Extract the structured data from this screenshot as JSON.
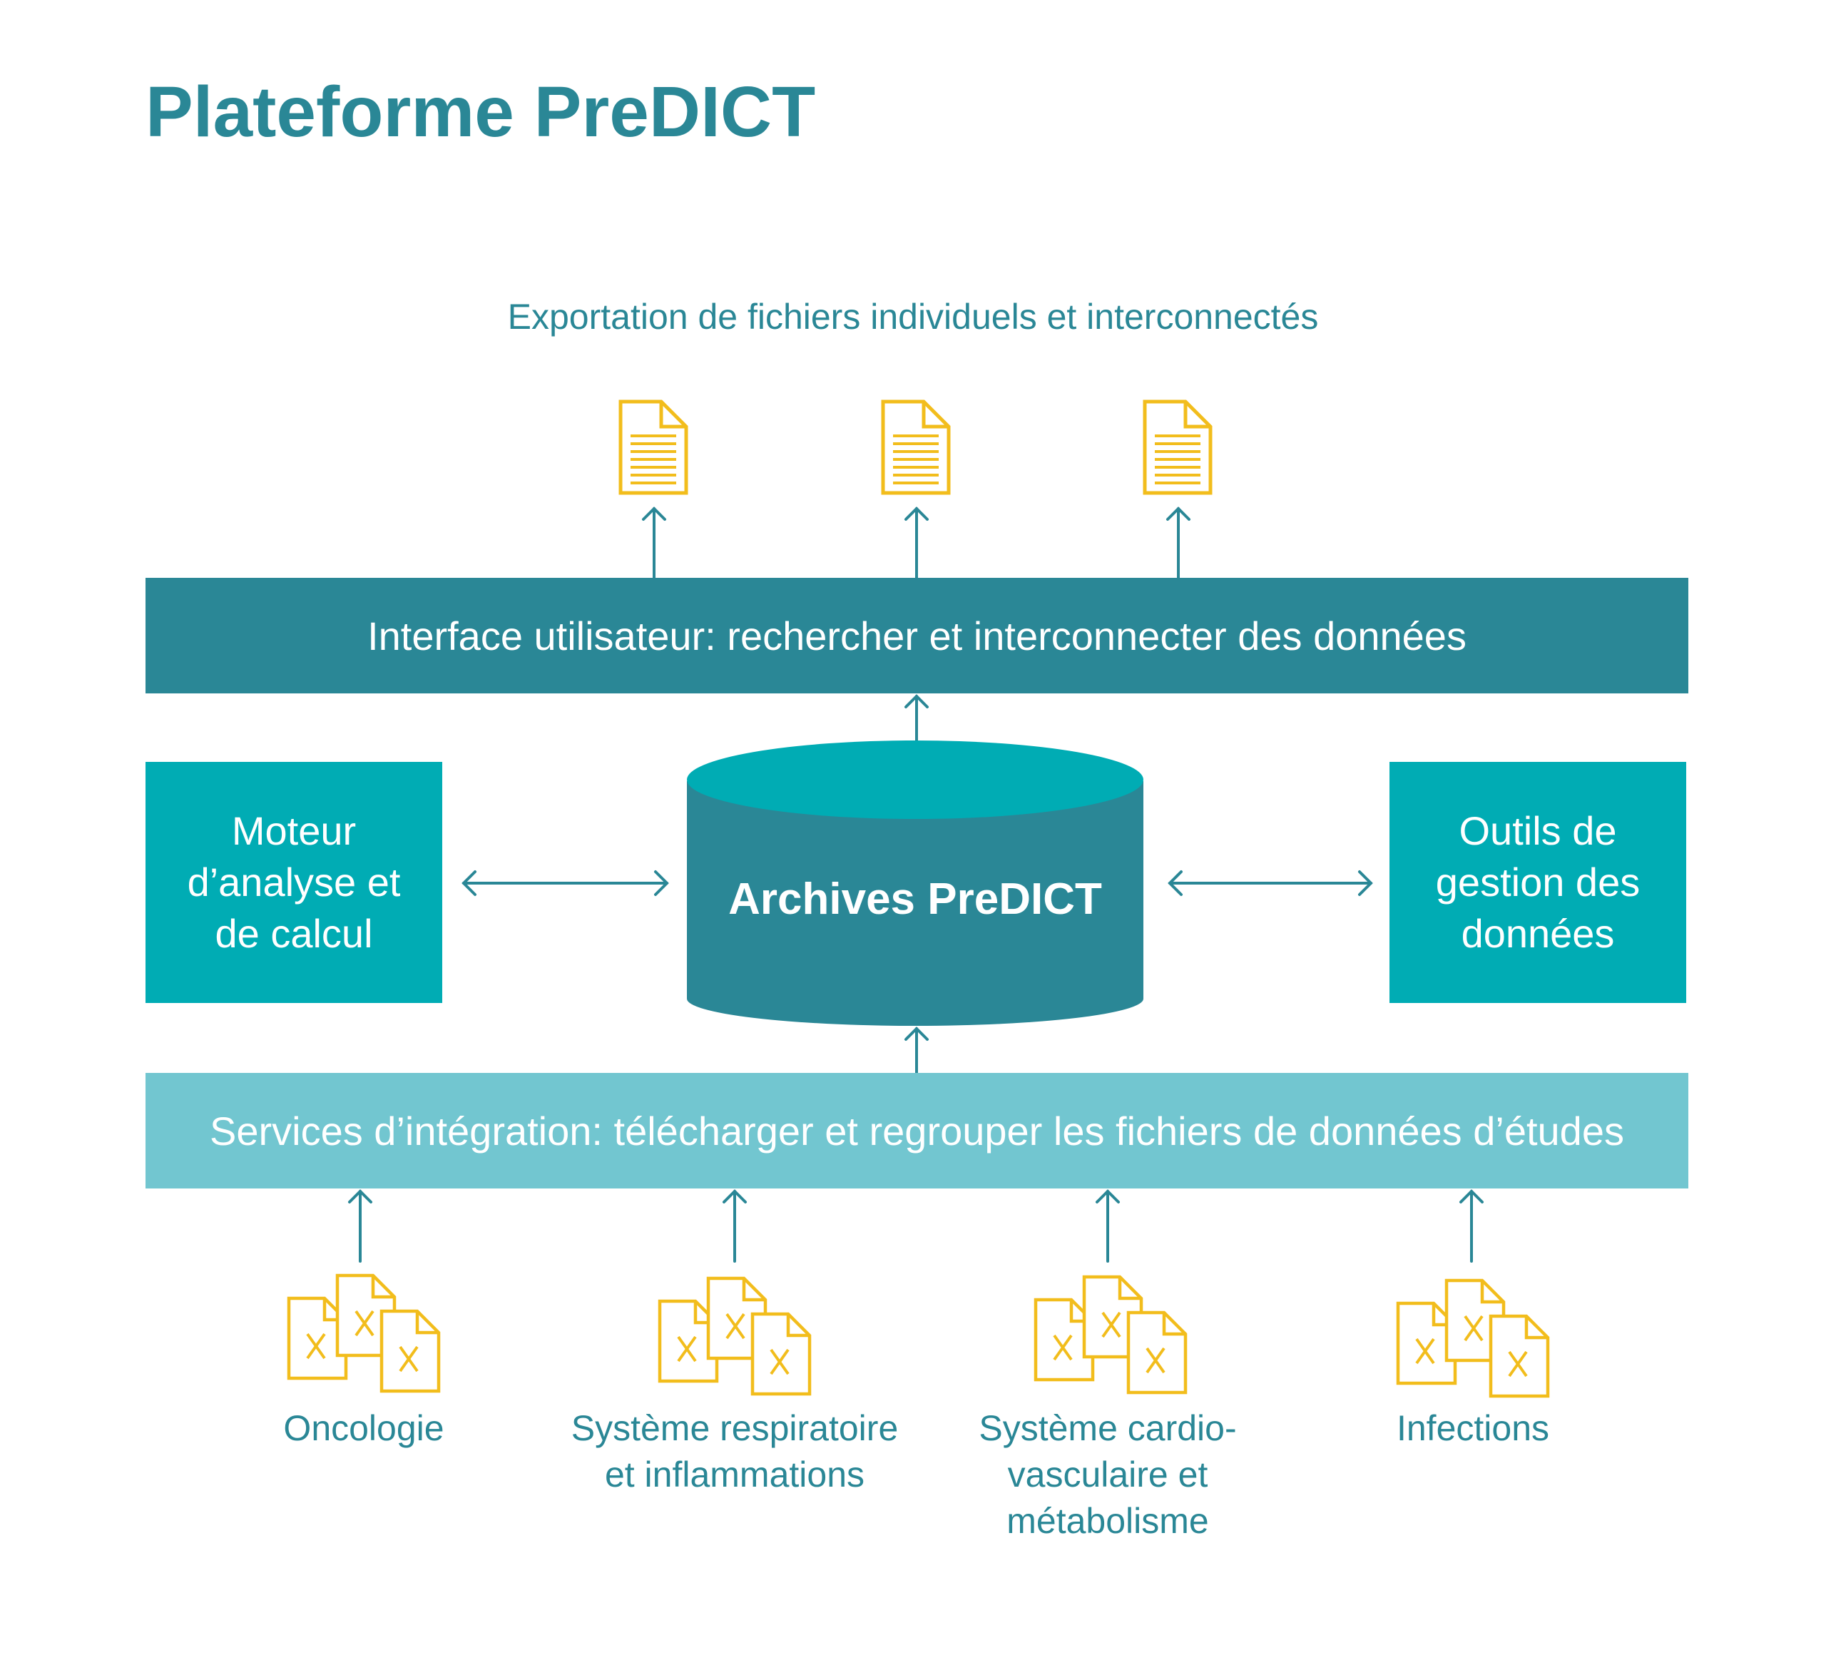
{
  "title": "Plateforme PreDICT",
  "export": {
    "label": "Exportation de fichiers individuels et interconnectés"
  },
  "user_interface": {
    "label": "Interface utilisateur: rechercher et interconnecter des données"
  },
  "analysis_engine": {
    "label": "Moteur\nd’analyse et\nde calcul"
  },
  "archive": {
    "label": "Archives PreDICT"
  },
  "data_tools": {
    "label": "Outils de\ngestion des\ndonnées"
  },
  "integration": {
    "label": "Services d’intégration: télécharger et regrouper les fichiers de données d’études"
  },
  "sources": [
    {
      "label": "Oncologie"
    },
    {
      "label": "Système respiratoire\net inflammations"
    },
    {
      "label": "Système cardio-\nvasculaire et\nmétabolisme"
    },
    {
      "label": "Infections"
    }
  ],
  "colors": {
    "dark_teal": "#2a8796",
    "bright_teal": "#00acb4",
    "light_teal": "#72c6d0",
    "file_yellow": "#f2bd1c"
  },
  "icons": {
    "export_file": "document-lines-icon",
    "source_files": "spreadsheet-stack-icon",
    "arrow": "arrow-up-icon",
    "bidirectional": "double-arrow-icon",
    "database": "database-cylinder"
  }
}
